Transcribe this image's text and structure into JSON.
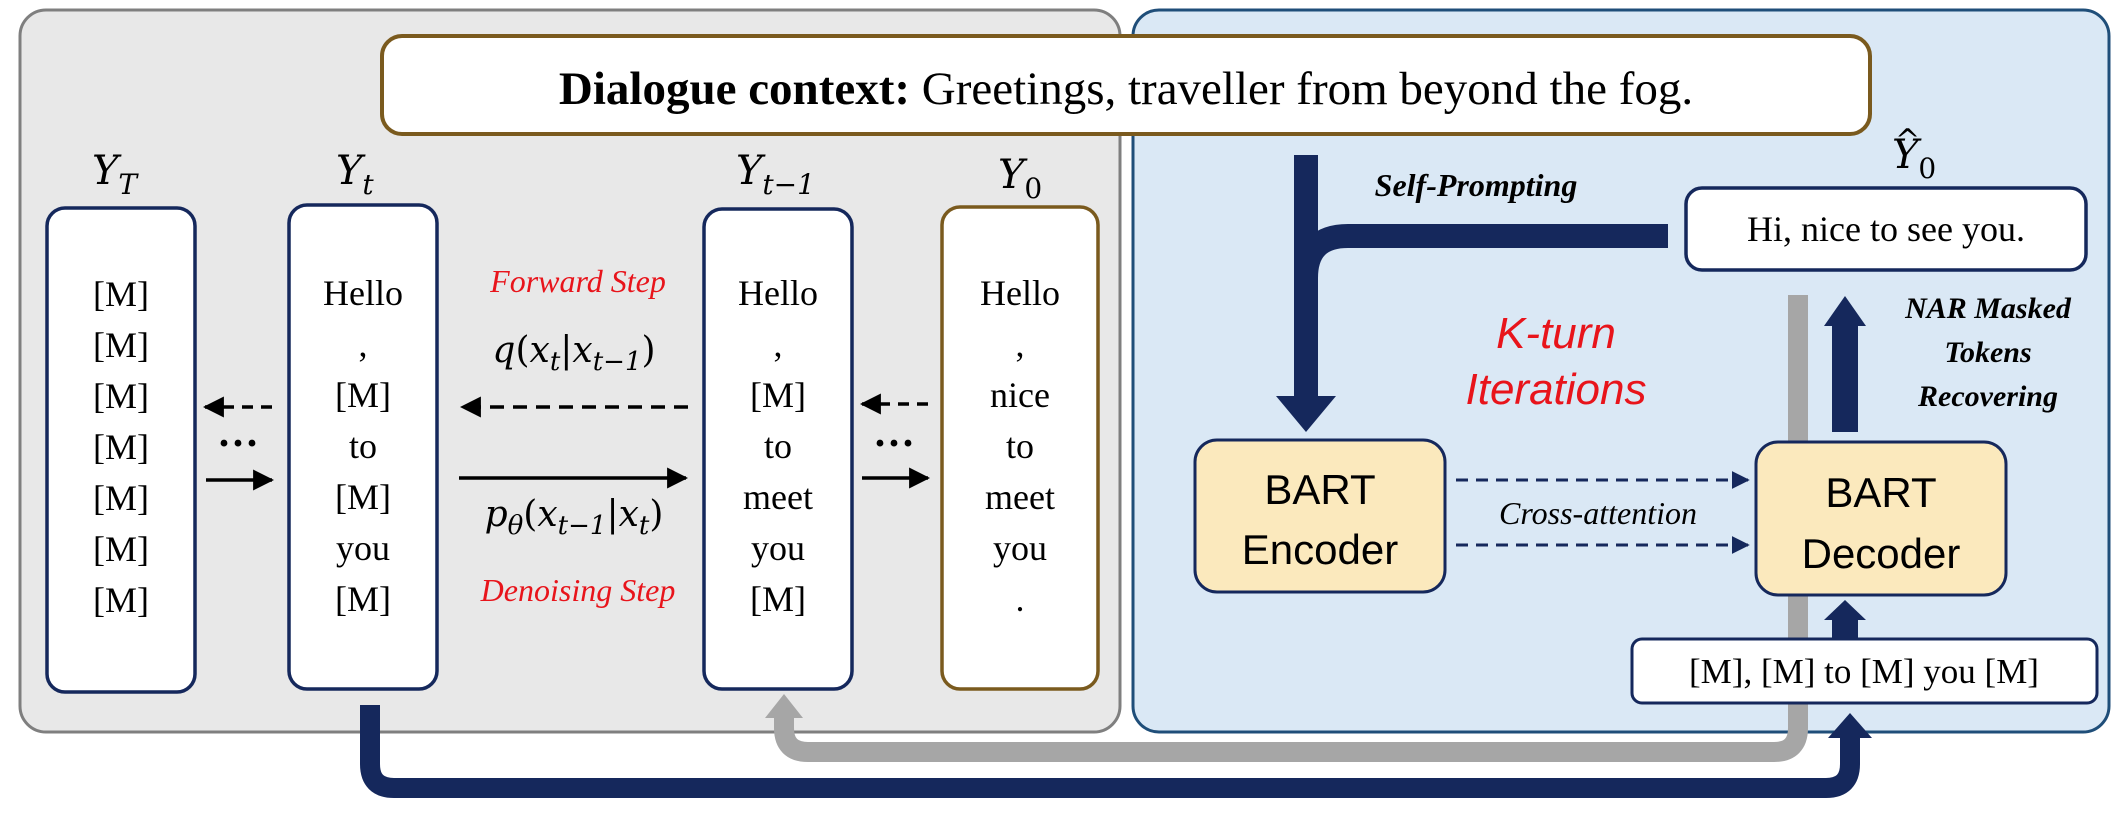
{
  "context": {
    "label": "Dialogue context:",
    "text": "Greetings, traveller from beyond the fog."
  },
  "columns": {
    "yT": {
      "tokens": [
        "[M]",
        "[M]",
        "[M]",
        "[M]",
        "[M]",
        "[M]",
        "[M]"
      ]
    },
    "yt": {
      "tokens": [
        "Hello",
        ",",
        "[M]",
        "to",
        "[M]",
        "you",
        "[M]"
      ]
    },
    "yt1": {
      "tokens": [
        "Hello",
        ",",
        "[M]",
        "to",
        "meet",
        "you",
        "[M]"
      ]
    },
    "y0": {
      "tokens": [
        "Hello",
        ",",
        "nice",
        "to",
        "meet",
        "you",
        "."
      ]
    }
  },
  "steps": {
    "forward_label": "Forward Step",
    "denoising_label": "Denoising Step",
    "ellipsis": "···"
  },
  "right_panel": {
    "self_prompting": "Self-Prompting",
    "prediction": "Hi, nice to see you.",
    "k_turn_line1": "K-turn",
    "k_turn_line2": "Iterations",
    "encoder_line1": "BART",
    "encoder_line2": "Encoder",
    "decoder_line1": "BART",
    "decoder_line2": "Decoder",
    "cross_attention": "Cross-attention",
    "nar_line1": "NAR Masked",
    "nar_line2": "Tokens",
    "nar_line3": "Recovering",
    "decoder_input": "[M], [M] to [M] you [M]"
  },
  "colors": {
    "left_panel_bg": "#e8e8e8",
    "right_panel_bg": "#dae8f5",
    "navy": "#15285c",
    "gold_border": "#7a5a1e",
    "bart_fill": "#fbe9bd",
    "red": "#e8141b",
    "gray_arrow": "#a6a6a6"
  }
}
